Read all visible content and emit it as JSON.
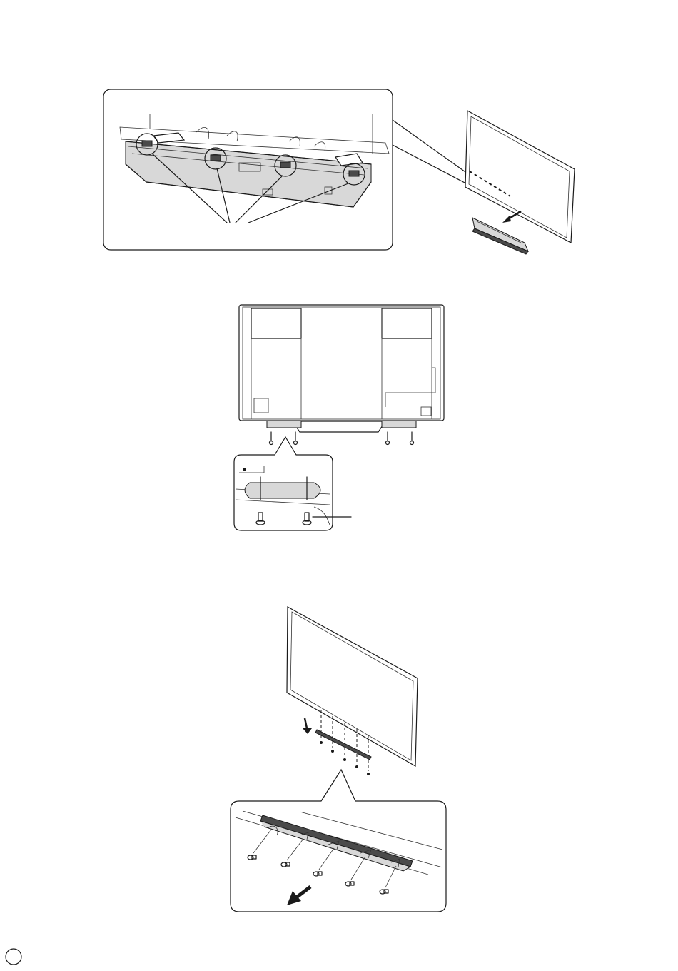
{
  "page": {
    "figures": [
      {
        "id": "figure-1",
        "subject": "stand-detach-top-view"
      },
      {
        "id": "figure-2",
        "subject": "rear-view-stand-screws"
      },
      {
        "id": "figure-3",
        "subject": "bottom-cover-attach"
      }
    ],
    "icons": {
      "arrow": "arrow-icon",
      "screw": "screw-icon",
      "page_marker": "page-number-circle-icon"
    },
    "colors": {
      "line": "#1a1a1a",
      "background": "#ffffff",
      "fill_gray": "#d8d8d8"
    }
  }
}
